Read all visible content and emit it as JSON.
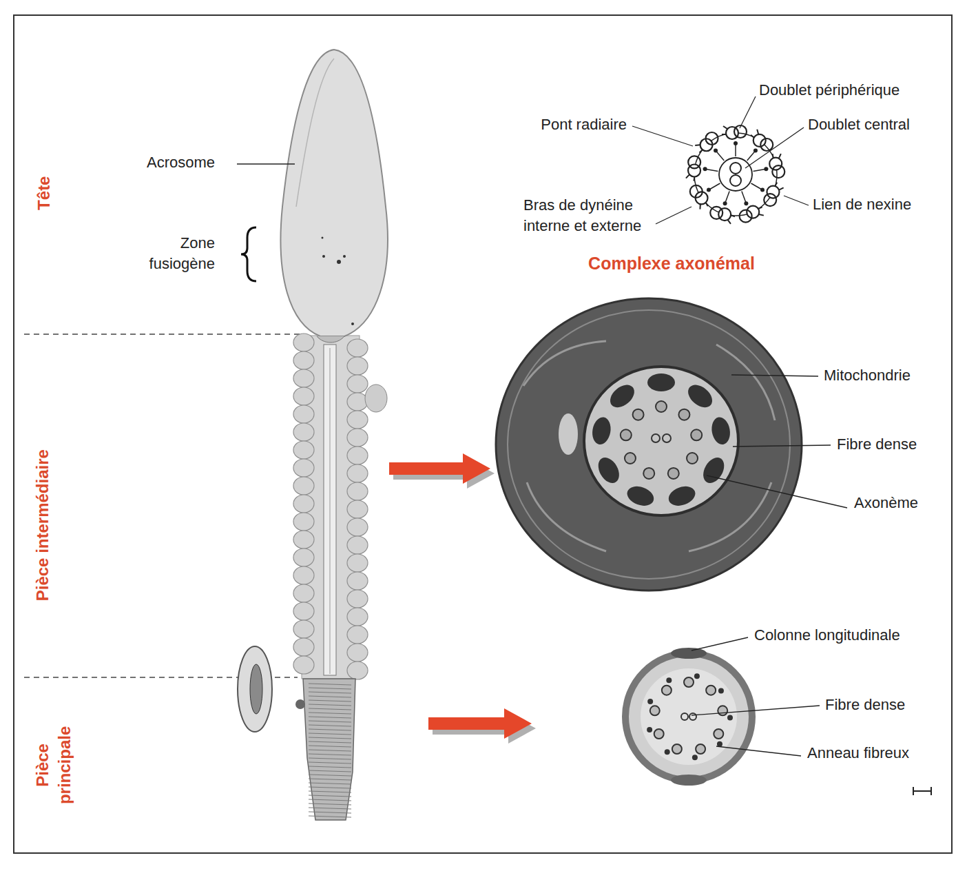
{
  "diagram": {
    "labels": [
      "Tête",
      "Acrosome",
      "Zone fusiogène",
      "Pièce intermédiaire",
      "Pièce principale",
      "Doublet périphérique",
      "Pont radiaire",
      "Doublet central",
      "Bras de dynéine interne et externe",
      "Lien de nexine",
      "Complexe axonémal",
      "Mitochondrie",
      "Fibre dense",
      "Axonème",
      "Colonne longitudinale",
      "Fibre dense",
      "Anneau fibreux"
    ]
  }
}
